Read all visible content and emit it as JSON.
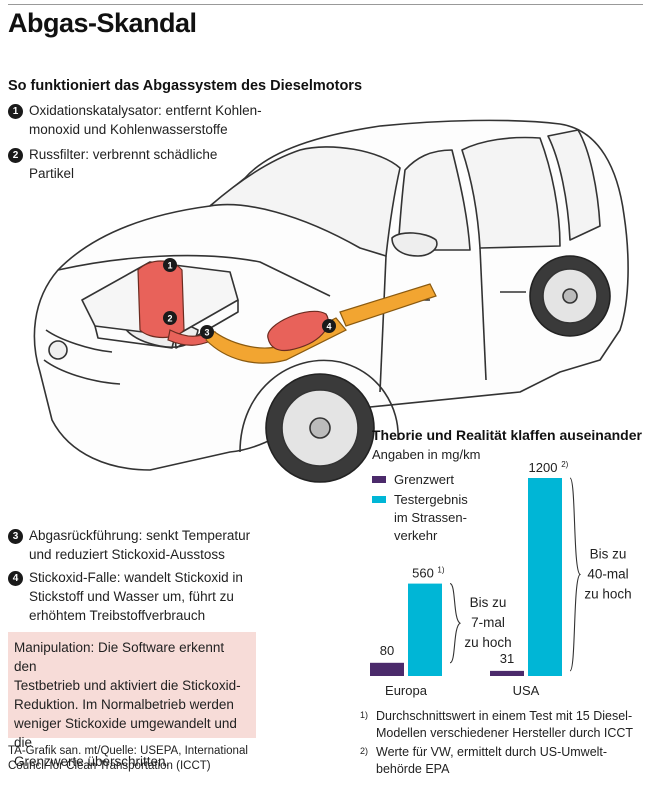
{
  "title": "Abgas-Skandal",
  "subtitle": "So funktioniert das Abgassystem des Dieselmotors",
  "steps": [
    {
      "num": "1",
      "lines": [
        "Oxidationskatalysator: entfernt Kohlen-",
        "monoxid und Kohlenwasserstoffe"
      ]
    },
    {
      "num": "2",
      "lines": [
        "Russfilter: verbrennt schädliche",
        "Partikel"
      ]
    },
    {
      "num": "3",
      "lines": [
        "Abgasrückführung: senkt Temperatur",
        "und reduziert Stickoxid-Ausstoss"
      ]
    },
    {
      "num": "4",
      "lines": [
        "Stickoxid-Falle: wandelt Stickoxid in",
        "Stickstoff und Wasser um, führt zu",
        "erhöhtem Treibstoffverbrauch"
      ]
    }
  ],
  "manipulation": [
    "Manipulation: Die Software erkennt den",
    "Testbetrieb und aktiviert die Stickoxid-",
    "Reduktion. Im Normalbetrieb werden",
    "weniger Stickoxide umgewandelt und die",
    "Grenzwerte überschritten."
  ],
  "source": [
    "TA-Grafik san. mt/Quelle: USEPA, International",
    "Council for Clean Transportation (ICCT)"
  ],
  "colors": {
    "limit": "#4b2a6b",
    "test": "#00b6d6",
    "filter": "#e8625a",
    "pipe": "#f2a531",
    "manip_bg": "#f7dcd8"
  },
  "chart_data": {
    "type": "bar",
    "title": "Theorie und Realität klaffen auseinander",
    "subtitle": "Angaben in mg/km",
    "categories": [
      "Europa",
      "USA"
    ],
    "series": [
      {
        "name": "Grenzwert",
        "values": [
          80,
          31
        ],
        "labels": [
          "80",
          "31"
        ]
      },
      {
        "name": "Testergebnis im Strassen-verkehr",
        "name_lines": [
          "Testergebnis",
          "im Strassen-",
          "verkehr"
        ],
        "values": [
          560,
          1200
        ],
        "labels": [
          "560",
          "1200"
        ],
        "footnotes": [
          "1)",
          "2)"
        ]
      }
    ],
    "annotations": [
      {
        "category": "Europa",
        "lines": [
          "Bis zu",
          "7-mal",
          "zu hoch"
        ]
      },
      {
        "category": "USA",
        "lines": [
          "Bis zu",
          "40-mal",
          "zu hoch"
        ]
      }
    ],
    "legend_position": "top-left",
    "grid": false
  },
  "footnotes": [
    {
      "mark": "1)",
      "lines": [
        "Durchschnittswert in einem Test mit 15 Diesel-",
        "Modellen verschiedener Hersteller durch ICCT"
      ]
    },
    {
      "mark": "2)",
      "lines": [
        "Werte für VW, ermittelt durch US-Umwelt-",
        "behörde EPA"
      ]
    }
  ]
}
